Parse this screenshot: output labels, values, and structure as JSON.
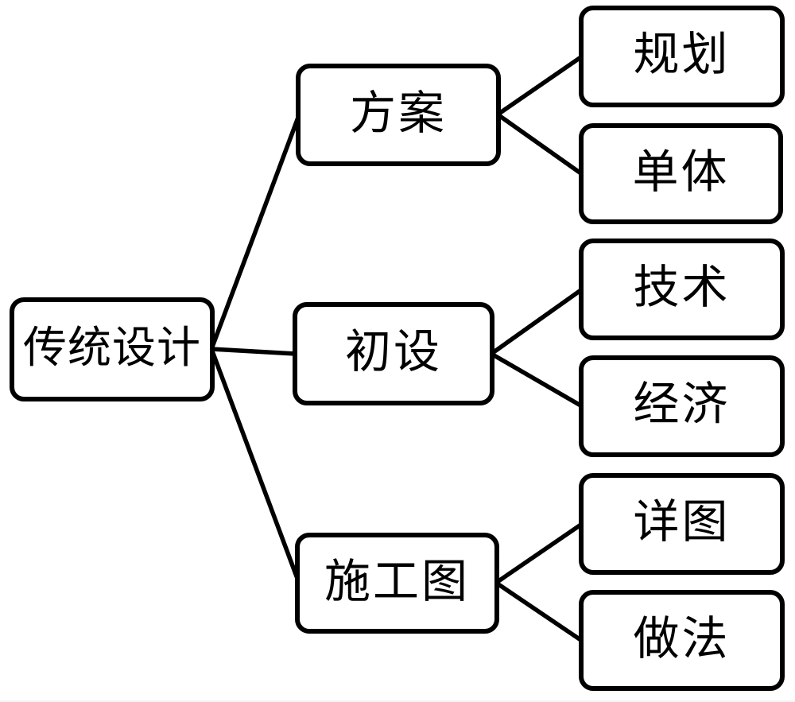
{
  "diagram": {
    "type": "tree",
    "direction": "left-to-right",
    "nodes": {
      "root": {
        "label": "传统设计",
        "level": 1
      },
      "scheme": {
        "label": "方案",
        "level": 2
      },
      "preliminary": {
        "label": "初设",
        "level": 2
      },
      "construction": {
        "label": "施工图",
        "level": 2
      },
      "planning": {
        "label": "规划",
        "level": 3
      },
      "monomer": {
        "label": "单体",
        "level": 3
      },
      "technology": {
        "label": "技术",
        "level": 3
      },
      "economy": {
        "label": "经济",
        "level": 3
      },
      "detail": {
        "label": "详图",
        "level": 3
      },
      "method": {
        "label": "做法",
        "level": 3
      }
    },
    "edges": [
      {
        "from": "root",
        "to": "scheme"
      },
      {
        "from": "root",
        "to": "preliminary"
      },
      {
        "from": "root",
        "to": "construction"
      },
      {
        "from": "scheme",
        "to": "planning"
      },
      {
        "from": "scheme",
        "to": "monomer"
      },
      {
        "from": "preliminary",
        "to": "technology"
      },
      {
        "from": "preliminary",
        "to": "economy"
      },
      {
        "from": "construction",
        "to": "detail"
      },
      {
        "from": "construction",
        "to": "method"
      }
    ],
    "colors": {
      "node_border": "#000000",
      "node_fill": "#ffffff",
      "line": "#000000",
      "text": "#000000",
      "background": "#ffffff"
    }
  }
}
